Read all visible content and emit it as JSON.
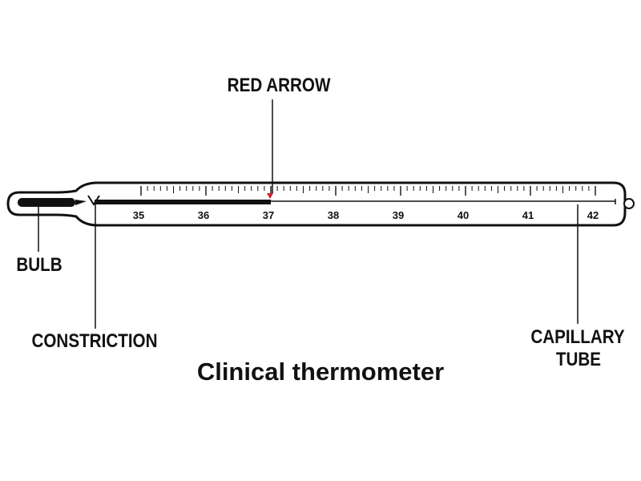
{
  "labels": {
    "red_arrow": "RED ARROW",
    "bulb": "BULB",
    "constriction": "CONSTRICTION",
    "capillary_line1": "CAPILLARY",
    "capillary_line2": "TUBE"
  },
  "caption": "Clinical thermometer",
  "scale": {
    "min": 35,
    "max": 42,
    "minor_divisions": 10,
    "tick_labels": [
      "35",
      "36",
      "37",
      "38",
      "39",
      "40",
      "41",
      "42"
    ]
  },
  "reading": 37,
  "colors": {
    "outline": "#111111",
    "mercury": "#111111",
    "arrow": "#d0202a"
  }
}
